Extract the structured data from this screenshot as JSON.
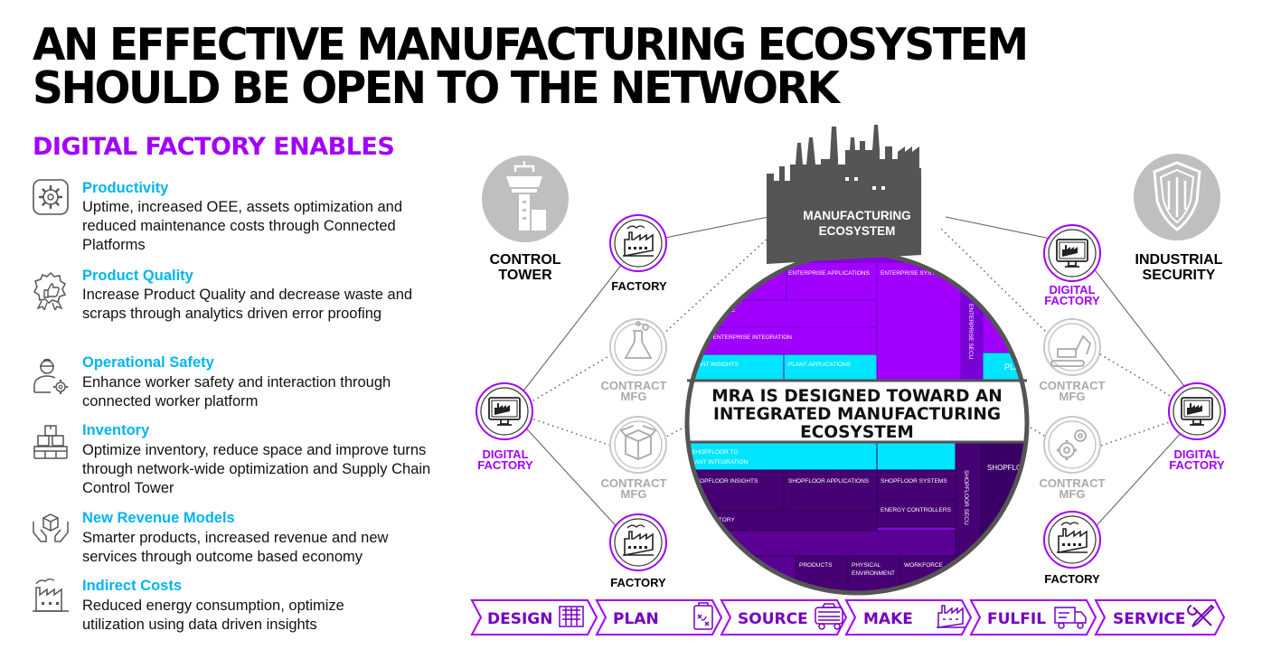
{
  "header": {
    "title_line1": "AN EFFECTIVE MANUFACTURING ECOSYSTEM",
    "title_line2": "SHOULD BE OPEN TO THE NETWORK",
    "subtitle": "DIGITAL FACTORY ENABLES"
  },
  "benefits": [
    {
      "title": "Productivity",
      "desc": "Uptime, increased OEE, assets optimization and reduced maintenance costs through Connected Platforms",
      "icon": "gear-icon"
    },
    {
      "title": "Product Quality",
      "desc": "Increase Product Quality and decrease waste and scraps through analytics driven error proofing",
      "icon": "award-thumbs-up-icon"
    },
    {
      "title": "Operational Safety",
      "desc": "Enhance worker safety and interaction through connected worker platform",
      "icon": "worker-gear-icon"
    },
    {
      "title": "Inventory",
      "desc": "Optimize inventory, reduce space and improve turns through network-wide optimization and Supply Chain Control Tower",
      "icon": "boxes-icon"
    },
    {
      "title": "New Revenue Models",
      "desc": "Smarter products, increased revenue and new services through outcome based economy",
      "icon": "hands-box-icon"
    },
    {
      "title": "Indirect Costs",
      "desc": "Reduced energy consumption, optimize utilization using data driven insights",
      "icon": "factory-icon"
    }
  ],
  "diagram": {
    "control_tower": "CONTROL\nTOWER",
    "control_tower_l1": "CONTROL",
    "control_tower_l2": "TOWER",
    "industrial_security_l1": "INDUSTRIAL",
    "industrial_security_l2": "SECURITY",
    "ecosystem_l1": "MANUFACTURING",
    "ecosystem_l2": "ECOSYSTEM",
    "center_l1": "MRA IS DESIGNED TOWARD AN",
    "center_l2": "INTEGRATED MANUFACTURING",
    "center_l3": "ECOSYSTEM",
    "factory": "FACTORY",
    "digital_l1": "DIGITAL",
    "digital_l2": "FACTORY",
    "contract_l1": "CONTRACT",
    "contract_l2": "MFG",
    "cells": {
      "enterprise_applications": "ENTERPRISE APPLICATIONS",
      "enterprise_systems": "ENTERPRISE SYSTEMS",
      "storage": "ORAGE",
      "enterprise_integration": "TO ENTERPRISE INTEGRATION",
      "plant_insights": "LANT INSIGHTS",
      "plant_applications": "PLANT APPLICATIONS",
      "plan": "PLAN",
      "enterprise_security": "ENTERPRISE SECU",
      "shopfloor_to": "SHOPFLOOR TO",
      "plant_integration": "LANT INTEGRATION",
      "shopfloor_insights": "SHOPFLOOR INSIGHTS",
      "shopfloor_applications": "SHOPFLOOR APPLICATIONS",
      "shopfloor_systems": "SHOPFLOOR SYSTEMS",
      "energy_controllers": "ENERGY CONTROLLERS",
      "shopfloor": "SHOPFLOO",
      "shopfloor_security": "SHOPFLOOR SECU",
      "repository": "EPOSITORY",
      "products": "PRODUCTS",
      "physical": "PHYSICAL",
      "environment": "ENVIRONMENT",
      "workforce": "WORKFORCE"
    }
  },
  "value_chain": [
    "DESIGN",
    "PLAN",
    "SOURCE",
    "MAKE",
    "FULFIL",
    "SERVICE"
  ],
  "colors": {
    "purple": "#a100ff",
    "dark_purple": "#460073",
    "mid_purple": "#7500c0",
    "cyan": "#00e5ff",
    "blue_title": "#00b4f0",
    "grey": "#bdbdbd"
  }
}
